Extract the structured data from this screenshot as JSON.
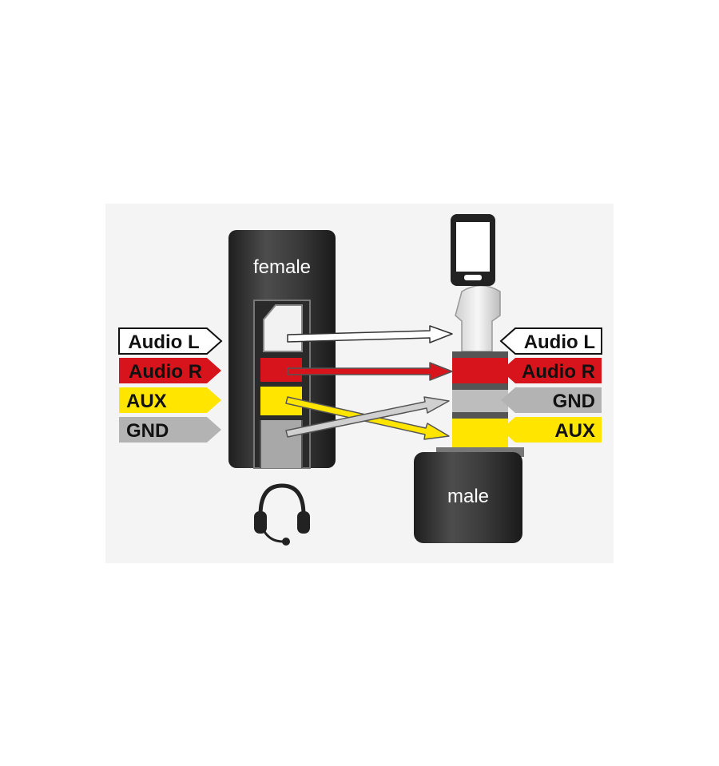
{
  "female": {
    "caption": "female",
    "labels": [
      {
        "text": "Audio L",
        "fill": "#ffffff",
        "text_color": "#111111",
        "stroke": "#111111"
      },
      {
        "text": "Audio R",
        "fill": "#d7141b",
        "text_color": "#111111",
        "stroke": "none"
      },
      {
        "text": "AUX",
        "fill": "#ffe500",
        "text_color": "#111111",
        "stroke": "none"
      },
      {
        "text": "GND",
        "fill": "#b3b3b3",
        "text_color": "#111111",
        "stroke": "none"
      }
    ]
  },
  "male": {
    "caption": "male",
    "labels": [
      {
        "text": "Audio L",
        "fill": "#ffffff",
        "text_color": "#111111",
        "stroke": "#111111"
      },
      {
        "text": "Audio R",
        "fill": "#d7141b",
        "text_color": "#111111",
        "stroke": "none"
      },
      {
        "text": "GND",
        "fill": "#b3b3b3",
        "text_color": "#111111",
        "stroke": "none"
      },
      {
        "text": "AUX",
        "fill": "#ffe500",
        "text_color": "#111111",
        "stroke": "none"
      }
    ]
  },
  "icons": [
    "smartphone-icon",
    "headset-icon"
  ],
  "colors": {
    "connector_body": "#3a3a3a",
    "audio_l": "#ffffff",
    "audio_r": "#d7141b",
    "aux": "#ffe500",
    "gnd": "#b3b3b3",
    "background_panel": "#f4f4f4"
  }
}
